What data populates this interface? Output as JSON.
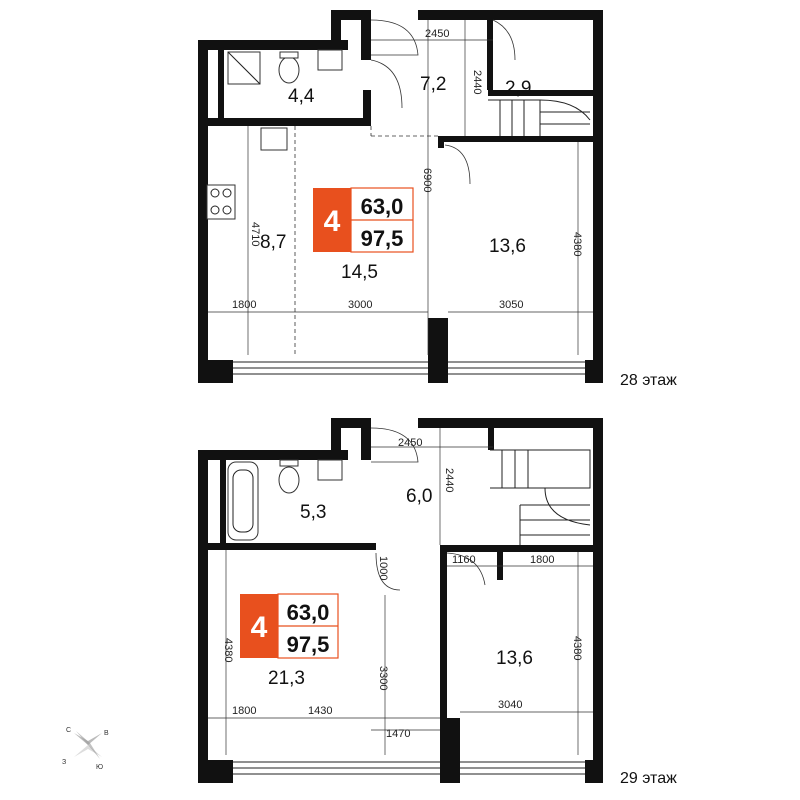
{
  "accent_color": "#E8501E",
  "floors": [
    {
      "floor_label": "28 этаж",
      "badge": {
        "rooms": "4",
        "area_top": "63,0",
        "area_bottom": "97,5"
      },
      "rooms": [
        "4,4",
        "7,2",
        "2,9",
        "8,7",
        "14,5",
        "13,6"
      ],
      "dimensions": [
        "2450",
        "2440",
        "6900",
        "4710",
        "4380",
        "1800",
        "3000",
        "3050"
      ]
    },
    {
      "floor_label": "29 этаж",
      "badge": {
        "rooms": "4",
        "area_top": "63,0",
        "area_bottom": "97,5"
      },
      "rooms": [
        "5,3",
        "6,0",
        "21,3",
        "13,6"
      ],
      "dimensions": [
        "2450",
        "2440",
        "1000",
        "1160",
        "1800",
        "4380",
        "3300",
        "4380",
        "1800",
        "1430",
        "1470",
        "3040"
      ]
    }
  ],
  "compass": {
    "north": "С",
    "east": "В",
    "south": "Ю",
    "west": "З"
  }
}
